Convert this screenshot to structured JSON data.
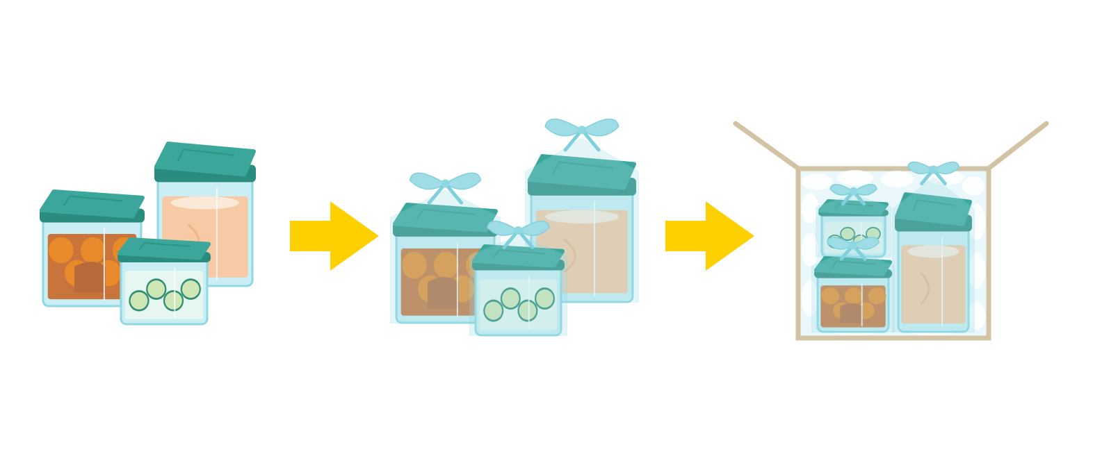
{
  "illustration": {
    "steps": [
      "containers",
      "wrapped-containers",
      "packed-box"
    ],
    "icons": [
      "food-container-icon",
      "arrow-right-icon",
      "wrapped-container-icon",
      "cardboard-box-icon"
    ],
    "colors": {
      "lid": "#3ba79a",
      "lid_dark": "#2a8b7f",
      "glass": "#c9eef3",
      "glass_edge": "#8fd8e3",
      "arrow": "#ffd000",
      "box": "#d2c3a4",
      "orange_food": "#e98a2a",
      "peach_food": "#f7c9a4",
      "cucumber": "#cfe6b5",
      "wrap": "#9fdde6"
    }
  }
}
